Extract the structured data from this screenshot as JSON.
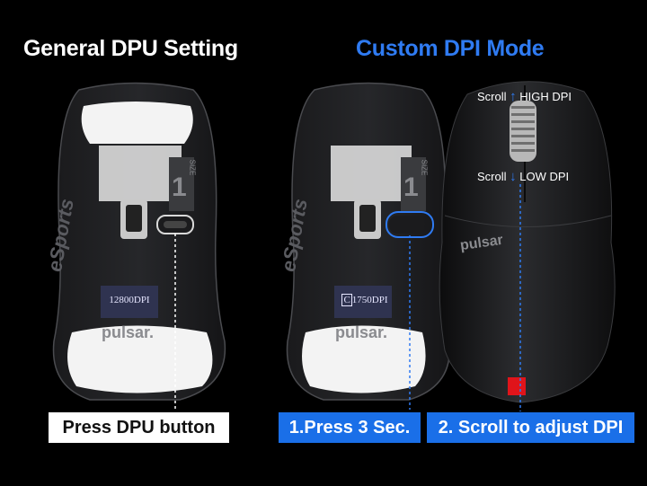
{
  "titles": {
    "left": "General DPU Setting",
    "right": "Custom DPI Mode"
  },
  "left_mouse": {
    "dpi_display": "12800DPI",
    "brand": "pulsar.",
    "side_text": "eSports",
    "size_mark": "1",
    "size_label": "SIZE"
  },
  "middle_mouse": {
    "dpi_display": "1750DPI",
    "dpi_prefix": "C",
    "brand": "pulsar.",
    "side_text": "eSports",
    "size_mark": "1",
    "size_label": "SIZE"
  },
  "right_mouse": {
    "brand": "pulsar",
    "scroll_up_label": "Scroll",
    "scroll_up_value": "HIGH DPI",
    "scroll_down_label": "Scroll",
    "scroll_down_value": "LOW DPI"
  },
  "labels": {
    "press_dpu": "Press DPU button",
    "press_3_sec": "1.Press 3 Sec.",
    "scroll_adjust": "2. Scroll to adjust DPI"
  },
  "colors": {
    "accent_blue": "#2f7bf2",
    "label_blue": "#1a6fe8",
    "red_marker": "#e0141a"
  },
  "icons": {
    "up_arrow": "up-arrow-icon",
    "down_arrow": "down-arrow-icon"
  }
}
